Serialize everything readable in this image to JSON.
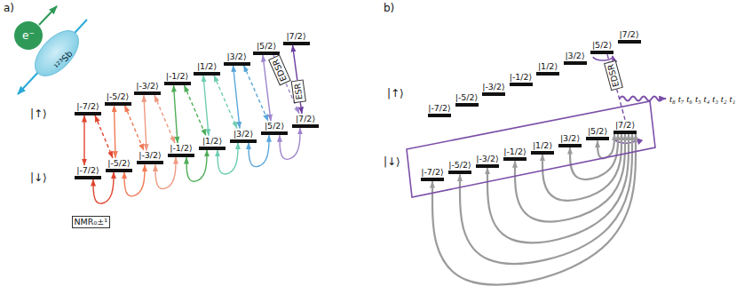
{
  "diagram": {
    "nodes": [
      {
        "text": [
          "|-7/2⟩"
        ]
      },
      {
        "text": [
          "|-5/2⟩"
        ]
      },
      {
        "text": [
          "|-3/2⟩"
        ]
      },
      {
        "text": [
          "|-1/2⟩"
        ]
      },
      {
        "text": [
          "|1/2⟩"
        ]
      },
      {
        "text": [
          "|3/2⟩"
        ]
      },
      {
        "text": [
          "|5/2⟩"
        ]
      },
      {
        "text": [
          "|7/2⟩"
        ]
      },
      {
        "text": [
          "|-7/2⟩"
        ]
      },
      {
        "text": [
          "|-5/2⟩"
        ]
      },
      {
        "text": [
          "|-3/2⟩"
        ]
      },
      {
        "text": [
          "|-1/2⟩"
        ]
      },
      {
        "text": [
          "|1/2⟩"
        ]
      },
      {
        "text": [
          "|3/2⟩"
        ]
      },
      {
        "text": [
          "|5/2⟩"
        ]
      },
      {
        "text": [
          "|7/2⟩"
        ]
      },
      {
        "text": [
          "|-7/2⟩"
        ]
      },
      {
        "text": [
          "|-5/2⟩"
        ]
      },
      {
        "text": [
          "|-3/2⟩"
        ]
      },
      {
        "text": [
          "|-1/2⟩"
        ]
      },
      {
        "text": [
          "|1/2⟩"
        ]
      },
      {
        "text": [
          "|3/2⟩"
        ]
      },
      {
        "text": [
          "|5/2⟩"
        ]
      },
      {
        "text": [
          "|7/2⟩"
        ]
      },
      {
        "text": [
          "|↓⟩"
        ]
      },
      {
        "text": [
          "|-7/2⟩"
        ],
        "in": 24
      },
      {
        "text": [
          "|-5/2⟩"
        ],
        "in": 24
      },
      {
        "text": [
          "|-3/2⟩"
        ],
        "in": 24
      },
      {
        "text": [
          "|-1/2⟩"
        ],
        "in": 24
      },
      {
        "text": [
          "|1/2⟩"
        ],
        "in": 24
      },
      {
        "text": [
          "|3/2⟩"
        ],
        "in": 24
      },
      {
        "text": [
          "|5/2⟩"
        ],
        "in": 24
      },
      {
        "text": [
          "|7/2⟩"
        ],
        "in": 24
      }
    ],
    "edges": [
      {
        "from": 0,
        "to": 8,
        "arrow": "both"
      },
      {
        "from": 1,
        "to": 9,
        "arrow": "both"
      },
      {
        "from": 2,
        "to": 10,
        "arrow": "both"
      },
      {
        "from": 3,
        "to": 11,
        "arrow": "both"
      },
      {
        "from": 4,
        "to": 12,
        "arrow": "both"
      },
      {
        "from": 5,
        "to": 13,
        "arrow": "both"
      },
      {
        "from": 6,
        "to": 14,
        "arrow": "both"
      },
      {
        "from": 7,
        "to": 15,
        "label": "ESR",
        "arrow": "both"
      },
      {
        "from": 0,
        "to": 9,
        "arrow": "both"
      },
      {
        "from": 1,
        "to": 10,
        "arrow": "both"
      },
      {
        "from": 2,
        "to": 11,
        "arrow": "both"
      },
      {
        "from": 3,
        "to": 12,
        "arrow": "both"
      },
      {
        "from": 4,
        "to": 13,
        "arrow": "both"
      },
      {
        "from": 5,
        "to": 14,
        "arrow": "both"
      },
      {
        "from": 6,
        "to": 15,
        "label": "EDSR",
        "arrow": "both"
      },
      {
        "from": 8,
        "to": 9,
        "label": "NMR₀±¹",
        "arrow": "both"
      },
      {
        "from": 9,
        "to": 10,
        "arrow": "both"
      },
      {
        "from": 10,
        "to": 11,
        "arrow": "both"
      },
      {
        "from": 11,
        "to": 12,
        "arrow": "both"
      },
      {
        "from": 12,
        "to": 13,
        "arrow": "both"
      },
      {
        "from": 13,
        "to": 14,
        "arrow": "both"
      },
      {
        "from": 14,
        "to": 15,
        "arrow": "both"
      },
      {
        "from": 32,
        "to": 25,
        "arrow": "both"
      },
      {
        "from": 32,
        "to": 26,
        "arrow": "both"
      },
      {
        "from": 32,
        "to": 27,
        "arrow": "both"
      },
      {
        "from": 32,
        "to": 28,
        "arrow": "both"
      },
      {
        "from": 32,
        "to": 29,
        "arrow": "both"
      },
      {
        "from": 32,
        "to": 30,
        "arrow": "both"
      },
      {
        "from": 32,
        "to": 31,
        "arrow": "both"
      },
      {
        "from": 22,
        "to": 32,
        "label": "EDSR",
        "arrow": "none"
      }
    ],
    "labels": [
      "a)",
      "e⁻",
      "¹²³Sb",
      "|↑⟩",
      "|↓⟩",
      "b)",
      "|↑⟩",
      "t₈ t₇ t₆ t₅ t₄ t₃ t₂ t₁"
    ]
  }
}
